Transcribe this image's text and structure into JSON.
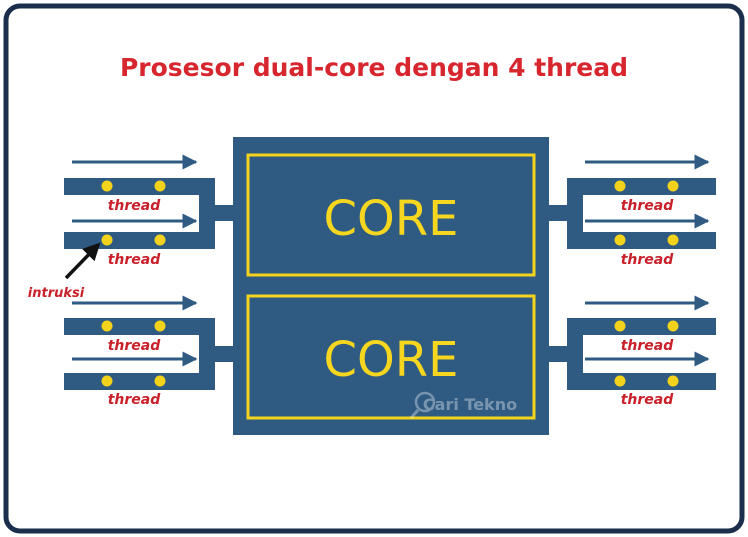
{
  "title": "Prosesor dual-core dengan 4 thread",
  "cores": [
    {
      "label": "CORE"
    },
    {
      "label": "CORE"
    }
  ],
  "thread_label": "thread",
  "instruction_label": "intruksi",
  "watermark": "Cari Tekno",
  "colors": {
    "frame": "#1b2e4b",
    "core": "#2f5b83",
    "core_border": "#f4d31c",
    "core_text": "#f6d61e",
    "title": "#d7262e",
    "dot": "#f3d21c",
    "thread_text": "#c9202a"
  }
}
